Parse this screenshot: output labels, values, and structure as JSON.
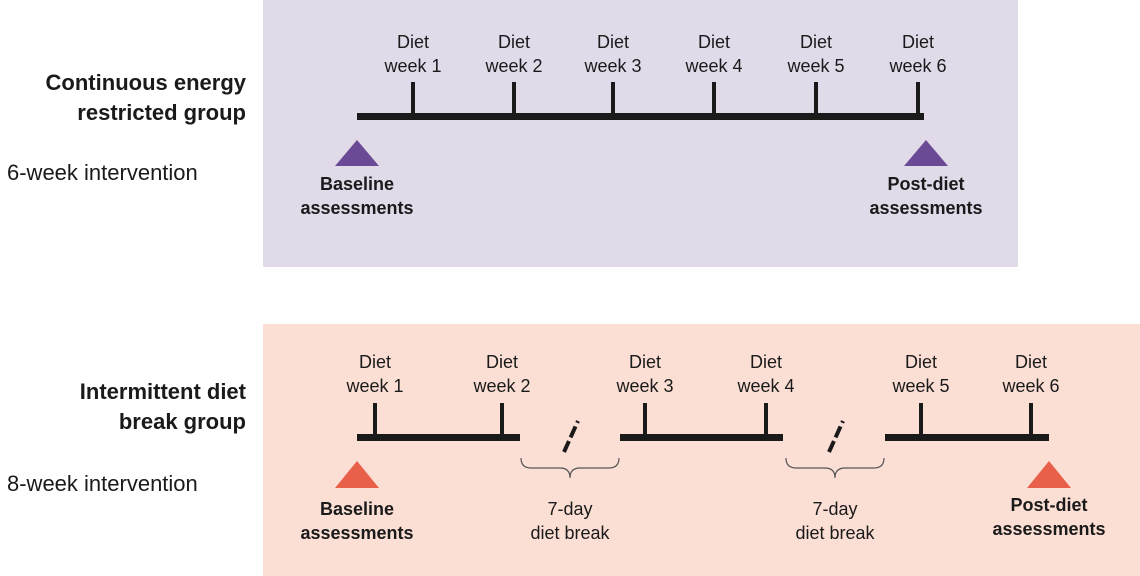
{
  "groups": [
    {
      "title_line1": "Continuous energy",
      "title_line2": "restricted group",
      "duration": "6-week intervention",
      "color": "#6a4a94",
      "background": "#e0dae9",
      "weeks": [
        {
          "line1": "Diet",
          "line2": "week 1"
        },
        {
          "line1": "Diet",
          "line2": "week 2"
        },
        {
          "line1": "Diet",
          "line2": "week 3"
        },
        {
          "line1": "Diet",
          "line2": "week 4"
        },
        {
          "line1": "Diet",
          "line2": "week 5"
        },
        {
          "line1": "Diet",
          "line2": "week 6"
        }
      ],
      "start": {
        "line1": "Baseline",
        "line2": "assessments"
      },
      "end": {
        "line1": "Post-diet",
        "line2": "assessments"
      }
    },
    {
      "title_line1": "Intermittent diet",
      "title_line2": "break group",
      "duration": "8-week intervention",
      "color": "#e8604a",
      "background": "#fbdfd4",
      "weeks": [
        {
          "line1": "Diet",
          "line2": "week 1"
        },
        {
          "line1": "Diet",
          "line2": "week 2"
        },
        {
          "line1": "Diet",
          "line2": "week 3"
        },
        {
          "line1": "Diet",
          "line2": "week 4"
        },
        {
          "line1": "Diet",
          "line2": "week 5"
        },
        {
          "line1": "Diet",
          "line2": "week 6"
        }
      ],
      "breaks": [
        {
          "line1": "7-day",
          "line2": "diet break"
        },
        {
          "line1": "7-day",
          "line2": "diet break"
        }
      ],
      "start": {
        "line1": "Baseline",
        "line2": "assessments"
      },
      "end": {
        "line1": "Post-diet",
        "line2": "assessments"
      }
    }
  ]
}
